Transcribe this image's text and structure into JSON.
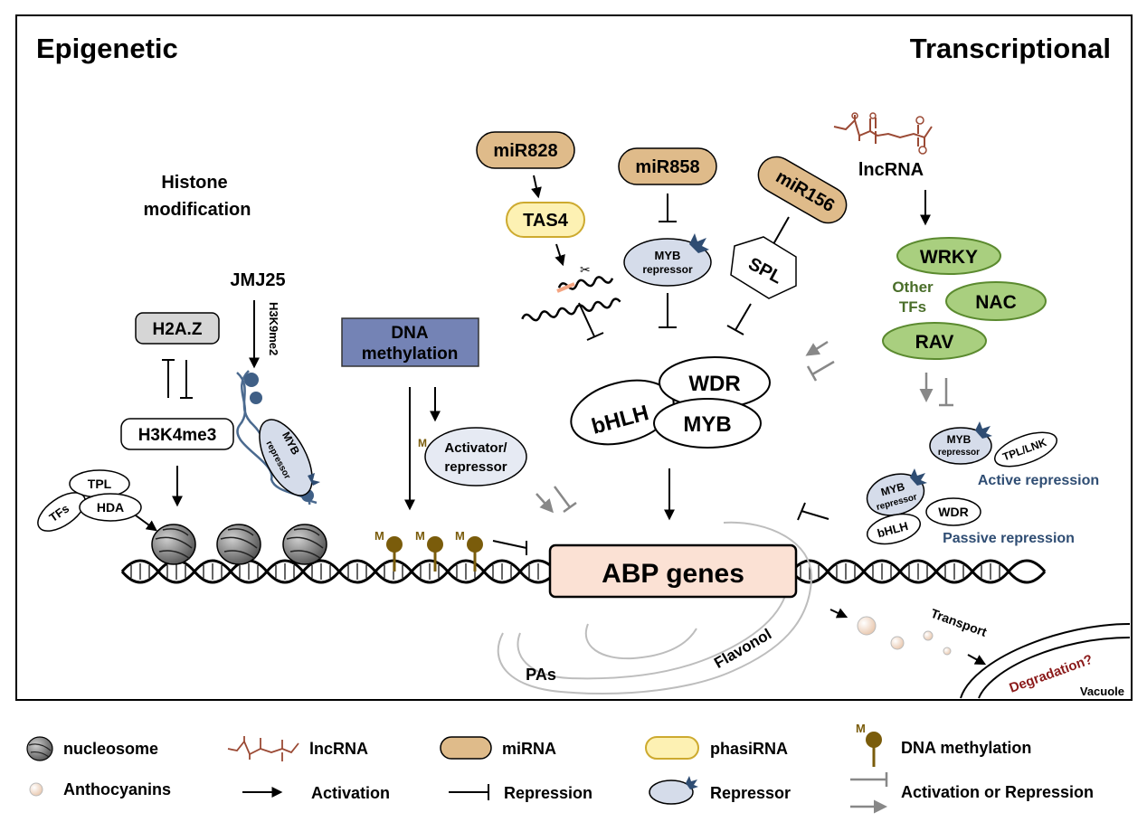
{
  "sections": {
    "left": "Epigenetic",
    "right": "Transcriptional"
  },
  "histone": {
    "title_line1": "Histone",
    "title_line2": "modification",
    "jmj": "JMJ25",
    "h3k9": "H3K9me2",
    "h2az": "H2A.Z",
    "h3k4": "H3K4me3",
    "tpl": "TPL",
    "tfs": "TFs",
    "hda": "HDA"
  },
  "myb_repressor": {
    "line1": "MYB",
    "line2": "repressor"
  },
  "dna_methylation": {
    "line1": "DNA",
    "line2": "methylation",
    "mark": "M",
    "activator_line1": "Activator/",
    "activator_line2": "repressor"
  },
  "mirna": {
    "mir828": "miR828",
    "tas4": "TAS4",
    "mir858": "miR858",
    "mir156": "miR156",
    "spl": "SPL"
  },
  "mbw": {
    "bhlh": "bHLH",
    "wdr": "WDR",
    "myb": "MYB"
  },
  "lncrna": {
    "label": "lncRNA",
    "wrky": "WRKY",
    "nac": "NAC",
    "rav": "RAV",
    "other_tfs_line1": "Other",
    "other_tfs_line2": "TFs"
  },
  "repression": {
    "tpl_lnk": "TPL/LNK",
    "active": "Active repression",
    "bhlh": "bHLH",
    "wdr": "WDR",
    "passive": "Passive repression"
  },
  "genes": {
    "abp": "ABP genes",
    "pas": "PAs",
    "flavonol": "Flavonol",
    "transport": "Transport",
    "degradation": "Degradation?",
    "vacuole": "Vacuole"
  },
  "legend": {
    "nucleosome": "nucleosome",
    "lncrna": "lncRNA",
    "mirna": "miRNA",
    "phasirna": "phasiRNA",
    "dna_methylation": "DNA methylation",
    "anthocyanins": "Anthocyanins",
    "activation": "Activation",
    "repression": "Repression",
    "repressor": "Repressor",
    "act_or_rep": "Activation  or Repression"
  },
  "colors": {
    "mirna_fill": "#dfbb8a",
    "phasirna_fill": "#fdf1b3",
    "tf_green": "#a9cf7f",
    "repressor_fill": "#d5dcea",
    "dna_meth_box": "#7483b5",
    "abp_fill": "#fbe1d4",
    "methyl_mark": "#7a5c0b",
    "lncrna_brown": "#9b4a35",
    "degradation_red": "#8b1a1a",
    "label_blue": "#2f4d73",
    "green_text": "#4a6e2a"
  }
}
